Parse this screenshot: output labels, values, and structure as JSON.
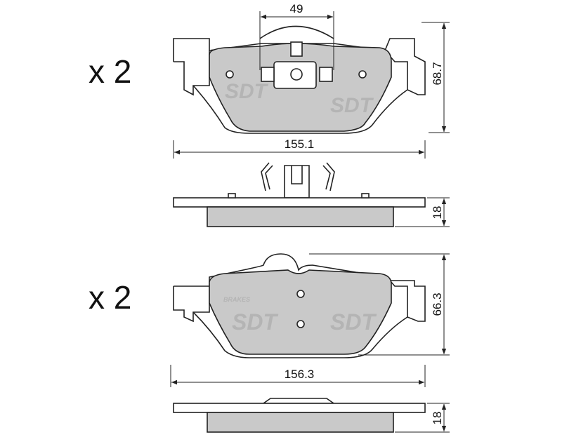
{
  "pads": [
    {
      "quantity_label": "x 2",
      "dimensions": {
        "width": "155.1",
        "height": "68.7",
        "thickness": "18",
        "sensor_width": "49"
      }
    },
    {
      "quantity_label": "x 2",
      "dimensions": {
        "width": "156.3",
        "height": "66.3",
        "thickness": "18"
      }
    }
  ],
  "watermark": {
    "logo": "SDT",
    "sub": "BRAKES"
  }
}
